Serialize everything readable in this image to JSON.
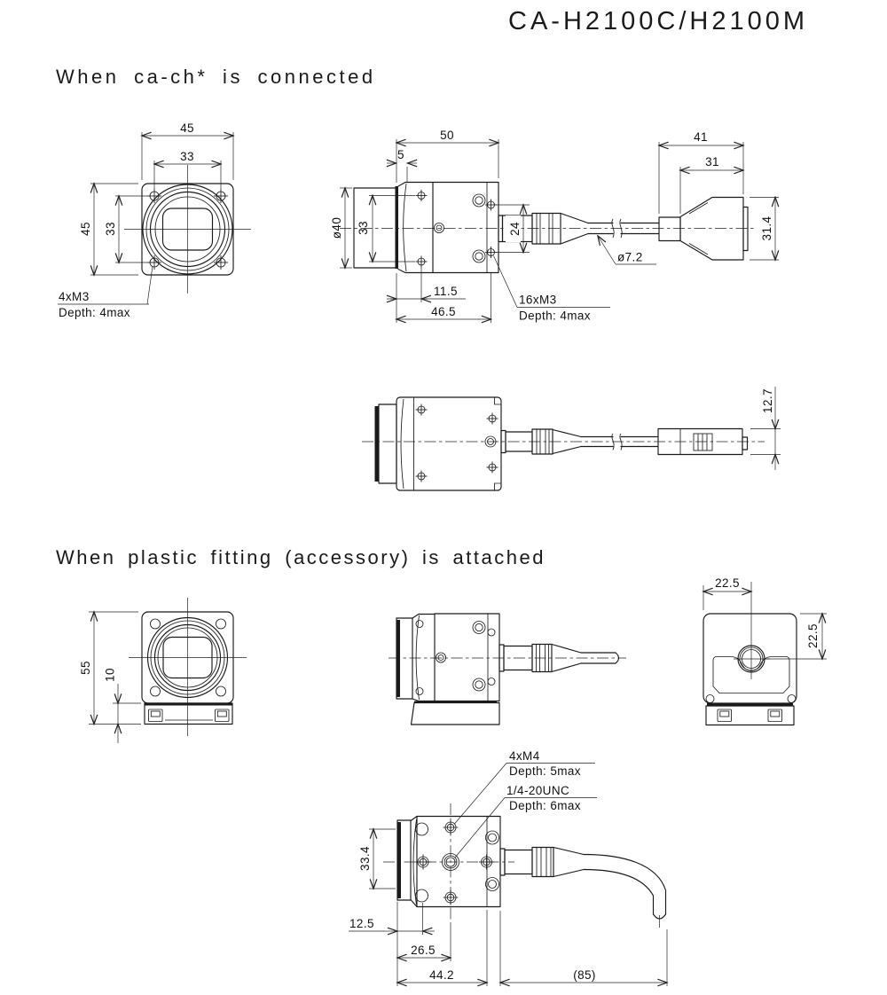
{
  "title": "CA-H2100C/H2100M",
  "section_a": {
    "heading": "When ca-ch* is connected",
    "front": {
      "width": "45",
      "hole_span_h": "33",
      "height": "45",
      "hole_span_v": "33",
      "screw_note_1": "4xM3",
      "screw_note_2": "Depth: 4max"
    },
    "side": {
      "depth": "50",
      "flange": "5",
      "lens_dia": "ø40",
      "hole_span": "33",
      "connector_span": "24",
      "hole_offset": "11.5",
      "body_depth": "46.5",
      "screw_note_1": "16xM3",
      "screw_note_2": "Depth: 4max",
      "cable_dia": "ø7.2"
    },
    "plug": {
      "length": "41",
      "body_length": "31",
      "height": "31.4"
    },
    "top": {
      "connector_height": "12.7"
    }
  },
  "section_b": {
    "heading": "When plastic fitting (accessory) is attached",
    "front": {
      "height_total": "55",
      "fitting_height": "10"
    },
    "rear": {
      "offset_h": "22.5",
      "offset_v": "22.5"
    },
    "bottom": {
      "hole_span": "33.4",
      "lens_offset": "12.5",
      "tripod_offset": "26.5",
      "body_depth": "44.2",
      "cable_length": "(85)",
      "screw_note_1": "4xM4",
      "screw_note_2": "Depth: 5max",
      "tripod_note_1": "1/4-20UNC",
      "tripod_note_2": "Depth: 6max"
    }
  }
}
